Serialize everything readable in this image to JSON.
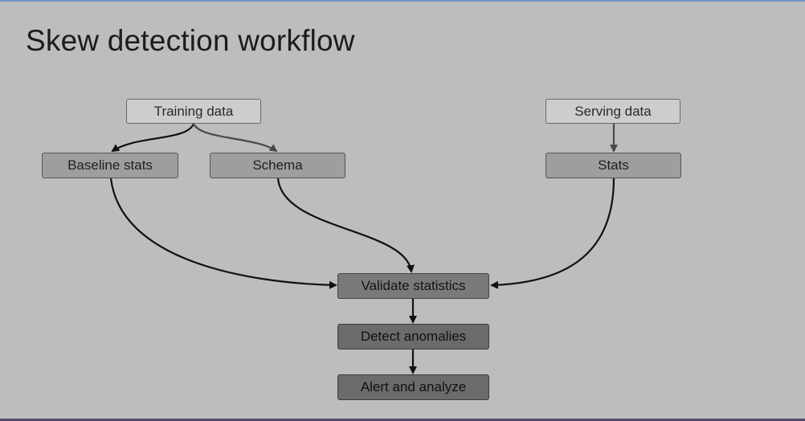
{
  "slide": {
    "title": "Skew detection workflow"
  },
  "diagram": {
    "nodes": {
      "training_data": "Training data",
      "baseline_stats": "Baseline stats",
      "schema": "Schema",
      "serving_data": "Serving data",
      "stats": "Stats",
      "validate_statistics": "Validate statistics",
      "detect_anomalies": "Detect anomalies",
      "alert_and_analyze": "Alert and analyze"
    },
    "edges": [
      [
        "training_data",
        "baseline_stats"
      ],
      [
        "training_data",
        "schema"
      ],
      [
        "serving_data",
        "stats"
      ],
      [
        "baseline_stats",
        "validate_statistics"
      ],
      [
        "schema",
        "validate_statistics"
      ],
      [
        "stats",
        "validate_statistics"
      ],
      [
        "validate_statistics",
        "detect_anomalies"
      ],
      [
        "detect_anomalies",
        "alert_and_analyze"
      ]
    ]
  },
  "colors": {
    "background": "#bdbdbd",
    "arrow": "#111111",
    "light_node": "#cdcdcd",
    "mid_node": "#9e9e9e",
    "dark_node": "#7a7a7a"
  }
}
